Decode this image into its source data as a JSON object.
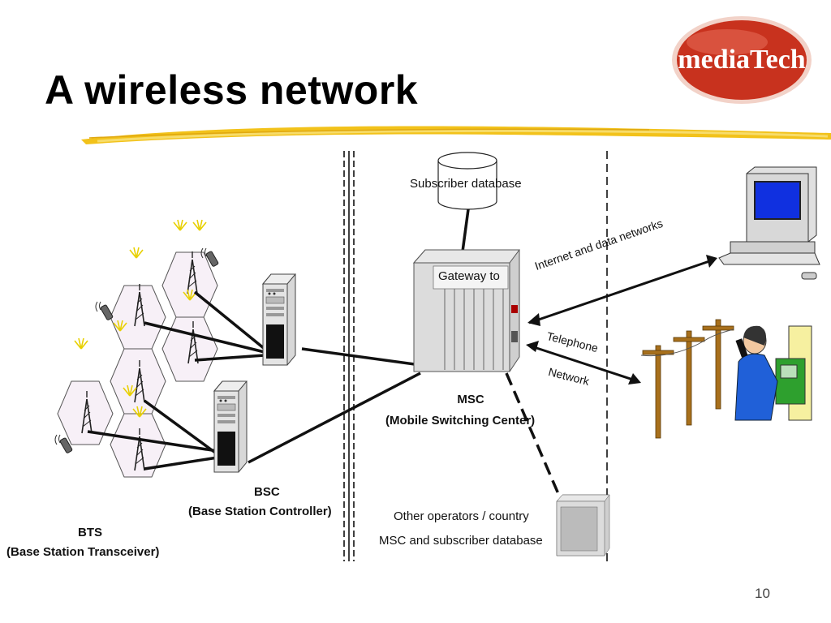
{
  "slide": {
    "title": "A wireless network",
    "logo_text": "mediaTech",
    "page_number": "10"
  },
  "diagram": {
    "bts_label": "BTS",
    "bts_sublabel": "(Base Station Transceiver)",
    "bsc_label": "BSC",
    "bsc_sublabel": "(Base Station Controller)",
    "msc_label": "MSC",
    "msc_sublabel": "(Mobile Switching Center)",
    "gateway_label": "Gateway to",
    "subscriber_db_label": "Subscriber database",
    "internet_label": "Internet and data networks",
    "telephone_label_1": "Telephone",
    "telephone_label_2": "Network",
    "other_operators_label_1": "Other operators / country",
    "other_operators_label_2": "MSC and subscriber database"
  },
  "colors": {
    "title": "#000000",
    "logo_fill": "#c8321e",
    "logo_ring": "#e8a090",
    "highlight_stroke": "#f2c21a",
    "cell_fill": "#f7f0f7",
    "monitor_screen": "#1030e0",
    "pole": "#a8701c",
    "phone_booth": "#2ea02e"
  }
}
